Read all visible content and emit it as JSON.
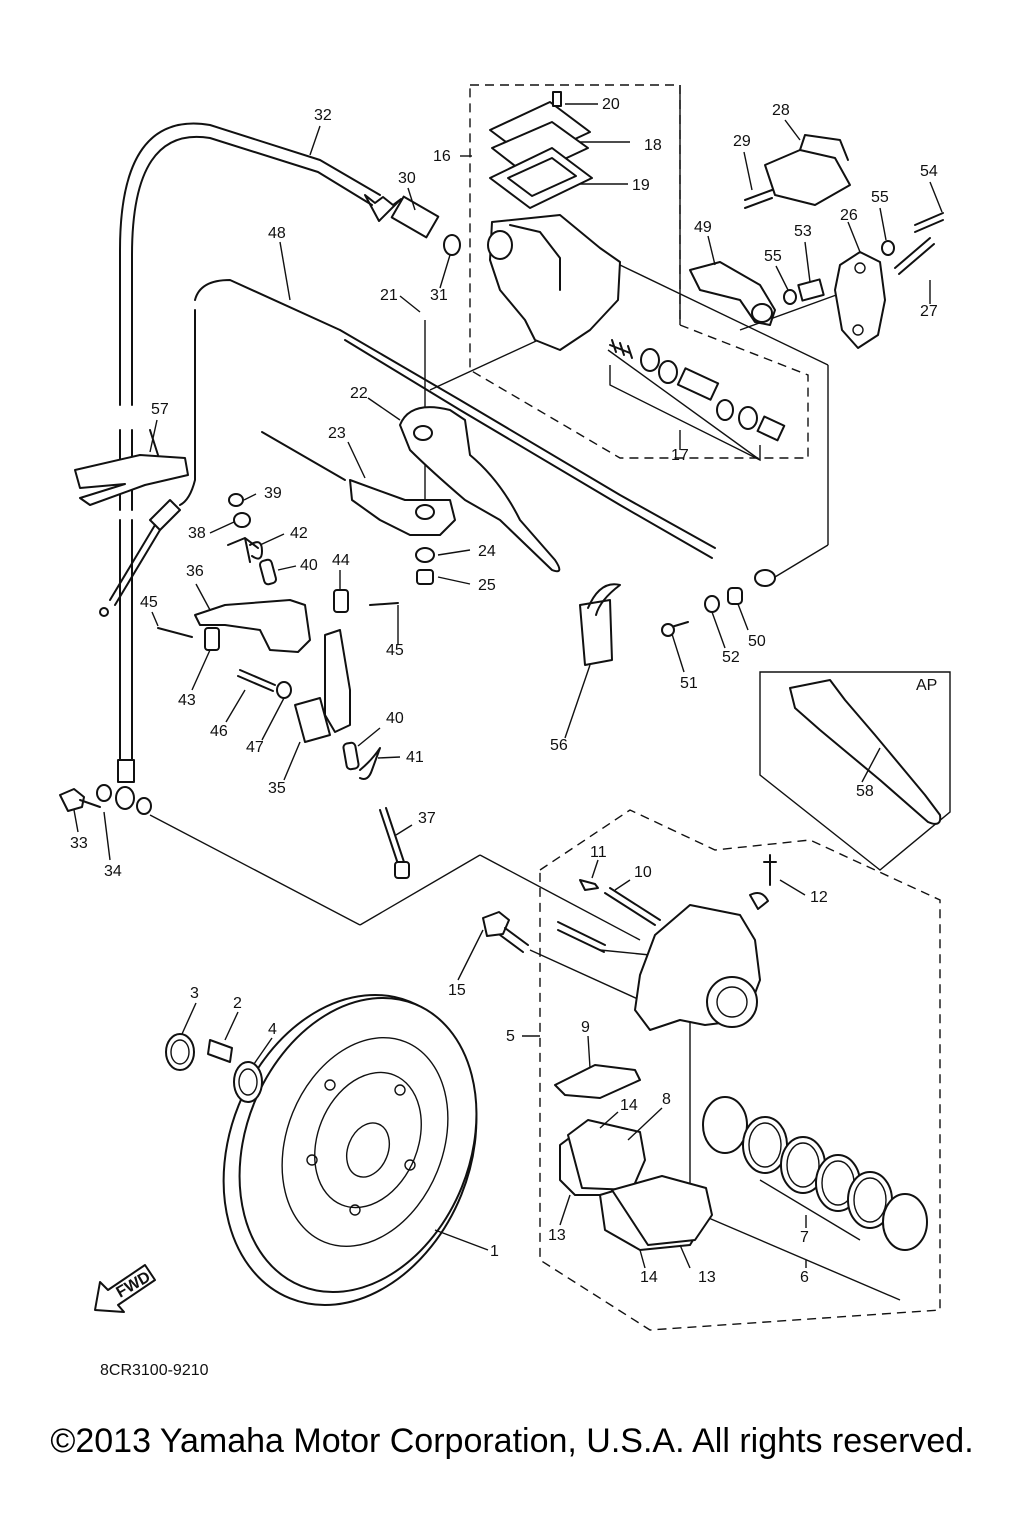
{
  "diagram": {
    "labels": [
      "1",
      "2",
      "3",
      "4",
      "5",
      "6",
      "7",
      "8",
      "9",
      "10",
      "11",
      "12",
      "13",
      "13",
      "14",
      "14",
      "15",
      "16",
      "17",
      "18",
      "19",
      "20",
      "21",
      "22",
      "23",
      "24",
      "25",
      "26",
      "27",
      "28",
      "29",
      "30",
      "31",
      "32",
      "33",
      "34",
      "35",
      "36",
      "37",
      "38",
      "39",
      "40",
      "40",
      "41",
      "42",
      "43",
      "44",
      "45",
      "45",
      "46",
      "47",
      "48",
      "49",
      "50",
      "51",
      "52",
      "53",
      "54",
      "55",
      "55",
      "56",
      "57",
      "58",
      "AP"
    ],
    "part_code": "8CR3100-9210",
    "fwd_arrow": "FWD"
  },
  "footer": {
    "copyright": "©2013 Yamaha Motor Corporation, U.S.A. All rights reserved."
  }
}
